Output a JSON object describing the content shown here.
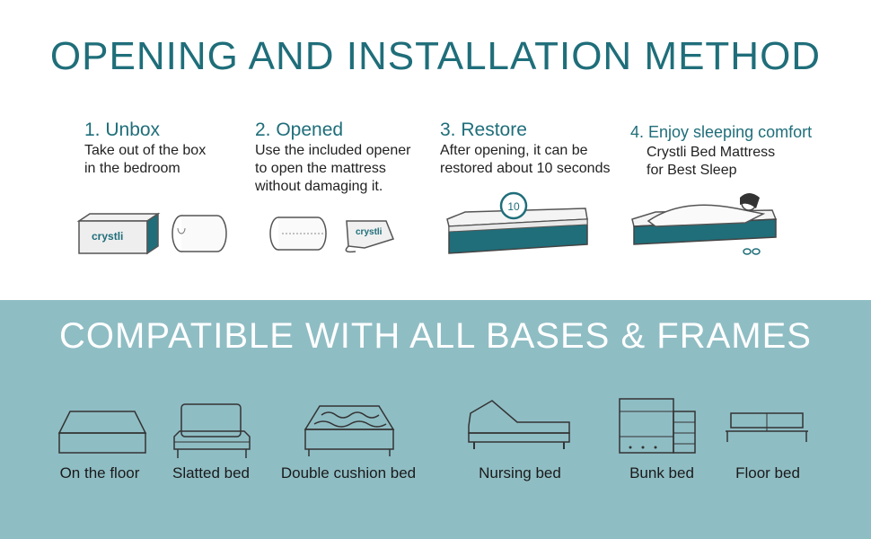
{
  "header": {
    "title": "OPENING AND INSTALLATION METHOD"
  },
  "steps": [
    {
      "title": "1. Unbox",
      "lines": [
        "Take out of the box",
        "in the bedroom"
      ]
    },
    {
      "title": "2. Opened",
      "lines": [
        "Use the included opener",
        "to open the mattress",
        "without damaging it."
      ]
    },
    {
      "title": "3. Restore",
      "lines": [
        "After opening, it can be",
        "restored about 10 seconds"
      ]
    },
    {
      "title": "4. Enjoy sleeping comfort",
      "lines": [
        "Crystli Bed Mattress",
        "for Best Sleep"
      ]
    }
  ],
  "brand": "crystli",
  "timer": "10",
  "compat": {
    "title": "COMPATIBLE WITH ALL BASES & FRAMES",
    "bases": [
      {
        "label": "On the floor",
        "icon": "floor-mattress-icon"
      },
      {
        "label": "Slatted bed",
        "icon": "slatted-bed-icon"
      },
      {
        "label": "Double cushion bed",
        "icon": "double-cushion-bed-icon"
      },
      {
        "label": "Nursing bed",
        "icon": "nursing-bed-icon"
      },
      {
        "label": "Bunk bed",
        "icon": "bunk-bed-icon"
      },
      {
        "label": "Floor bed",
        "icon": "floor-bed-icon"
      }
    ]
  },
  "colors": {
    "teal": "#1f6e7a",
    "band": "#8fbdc4",
    "white": "#ffffff"
  }
}
